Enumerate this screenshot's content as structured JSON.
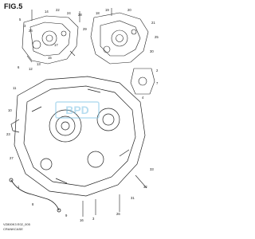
{
  "figure": {
    "title": "FIG.5"
  },
  "footer": {
    "code": "VZ800K3 E02_005",
    "name": "CRANKCASE"
  },
  "watermark": {
    "text": "BPD",
    "color": "#7ec3e4"
  },
  "callouts": [
    "5",
    "3",
    "26",
    "14",
    "22",
    "24",
    "28",
    "29",
    "17",
    "15",
    "13",
    "12",
    "6",
    "18",
    "19",
    "20",
    "21",
    "25",
    "30",
    "2",
    "4",
    "7",
    "11",
    "10",
    "23",
    "27",
    "1",
    "8",
    "9",
    "16",
    "3",
    "26",
    "31",
    "32",
    "33"
  ]
}
